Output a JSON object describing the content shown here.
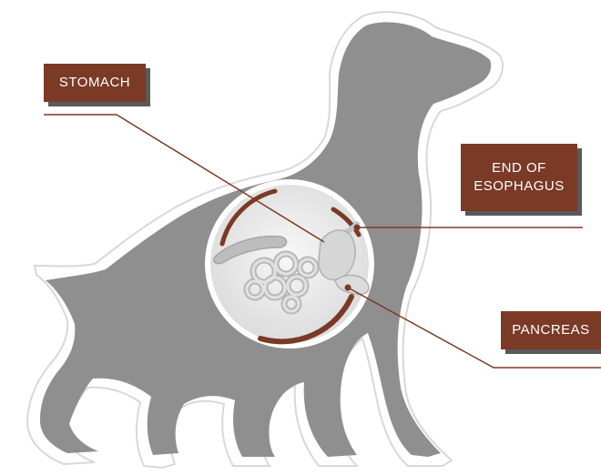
{
  "labels": {
    "stomach": "STOMACH",
    "end_of_esophagus_line1": "END OF",
    "end_of_esophagus_line2": "ESOPHAGUS",
    "pancreas": "PANCREAS"
  },
  "colors": {
    "silhouette": "#8f8f8f",
    "outline": "#e6e6e6",
    "label_bg": "#7a3a26",
    "label_shadow": "#5a5a5a",
    "leader_line": "#7a3a26",
    "circle_fill": "#eeeeee",
    "organ": "#d0d0d0"
  },
  "icons": {
    "dog": "dog-silhouette-icon",
    "organs": "digestive-organs-icon"
  }
}
